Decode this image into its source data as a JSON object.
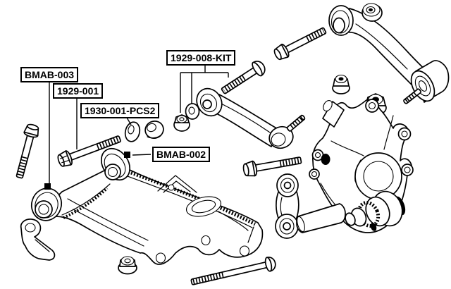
{
  "diagram": {
    "background_color": "#ffffff",
    "line_color": "#000000",
    "labels": [
      {
        "id": "bmab-003",
        "text": "BMAB-003"
      },
      {
        "id": "1929-001",
        "text": "1929-001"
      },
      {
        "id": "1930-001-pcs2",
        "text": "1930-001-PCS2"
      },
      {
        "id": "1929-008-kit",
        "text": "1929-008-KIT"
      },
      {
        "id": "bmab-002",
        "text": "BMAB-002"
      }
    ]
  }
}
